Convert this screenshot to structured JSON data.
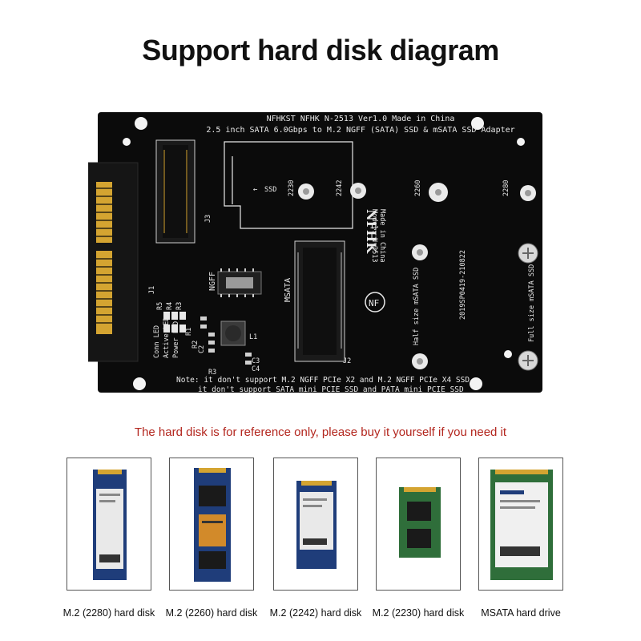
{
  "title": "Support hard disk diagram",
  "board": {
    "header_line1": "NFHKST NFHK N-2513 Ver1.0 Made in China",
    "header_line2": "2.5 inch SATA 6.0Gbps to M.2 NGFF (SATA) SSD & mSATA SSD Adapter",
    "ssd_label": "SSD",
    "j3_label": "J3",
    "j1_label": "J1",
    "j2_label": "J2",
    "ngff_label": "NGFF",
    "msata_label": "MSATA",
    "len_2230": "2230",
    "len_2242": "2242",
    "len_2260": "2260",
    "len_2280": "2280",
    "brand": "NFHK",
    "model": "Model: N-2513",
    "made_in": "Made in China",
    "half_size": "Half size mSATA SSD",
    "full_size": "Full size mSATA SSD",
    "led_labels": [
      "Conn LED",
      "Active LED",
      "Power LED"
    ],
    "r_labels": [
      "R5",
      "R4",
      "R3"
    ],
    "l1": "L1",
    "caps": [
      "C3",
      "C4"
    ],
    "r_small": [
      "R1",
      "R2",
      "C2",
      "R3"
    ],
    "serial": "2019SP0419-210822",
    "note1": "Note: it don't support M.2 NGFF PCIe X2 and M.2 NGFF PCIe X4 SSD",
    "note2": "it don't support SATA mini PCIE SSD and PATA mini PCIE SSD"
  },
  "notice": "The hard disk is for reference only, please buy it yourself if you need it",
  "disks": [
    {
      "caption": "M.2 (2280) hard disk"
    },
    {
      "caption": "M.2 (2260) hard disk"
    },
    {
      "caption": "M.2 (2242) hard disk"
    },
    {
      "caption": "M.2 (2230) hard disk"
    },
    {
      "caption": "MSATA hard drive"
    }
  ],
  "colors": {
    "pcb": "#0b0b0b",
    "silkscreen": "#e8e8e8",
    "gold": "#d4a431",
    "notice": "#b3261e",
    "drive_blue": "#1f3d7a",
    "drive_green": "#2f6e3a"
  }
}
